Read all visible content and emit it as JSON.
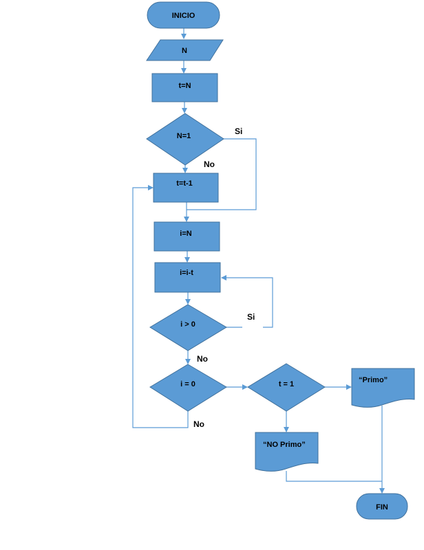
{
  "diagram": {
    "type": "flowchart",
    "colors": {
      "fill": "#5b9bd5",
      "stroke": "#41719c",
      "connector": "#5b9bd5",
      "text": "#000000"
    },
    "nodes": [
      {
        "id": "start",
        "kind": "terminator",
        "label": "INICIO"
      },
      {
        "id": "input_n",
        "kind": "input",
        "label": "N"
      },
      {
        "id": "assign_t",
        "kind": "process",
        "label": "t=N"
      },
      {
        "id": "dec_n1",
        "kind": "decision",
        "label": "N=1"
      },
      {
        "id": "dec_t",
        "kind": "process",
        "label": "t=t-1"
      },
      {
        "id": "assign_i",
        "kind": "process",
        "label": "i=N"
      },
      {
        "id": "sub_i",
        "kind": "process",
        "label": "i=i-t"
      },
      {
        "id": "dec_igt0",
        "kind": "decision",
        "label": "i > 0"
      },
      {
        "id": "dec_ieq0",
        "kind": "decision",
        "label": "i = 0"
      },
      {
        "id": "dec_t1",
        "kind": "decision",
        "label": "t = 1"
      },
      {
        "id": "out_primo",
        "kind": "document",
        "label": "“Primo”"
      },
      {
        "id": "out_noprimo",
        "kind": "document",
        "label": "“NO Primo”"
      },
      {
        "id": "end",
        "kind": "terminator",
        "label": "FIN"
      }
    ],
    "edge_labels": {
      "n1_yes": "Si",
      "n1_no": "No",
      "igt0_yes": "Si",
      "igt0_no": "No",
      "ieq0_no": "No"
    }
  }
}
